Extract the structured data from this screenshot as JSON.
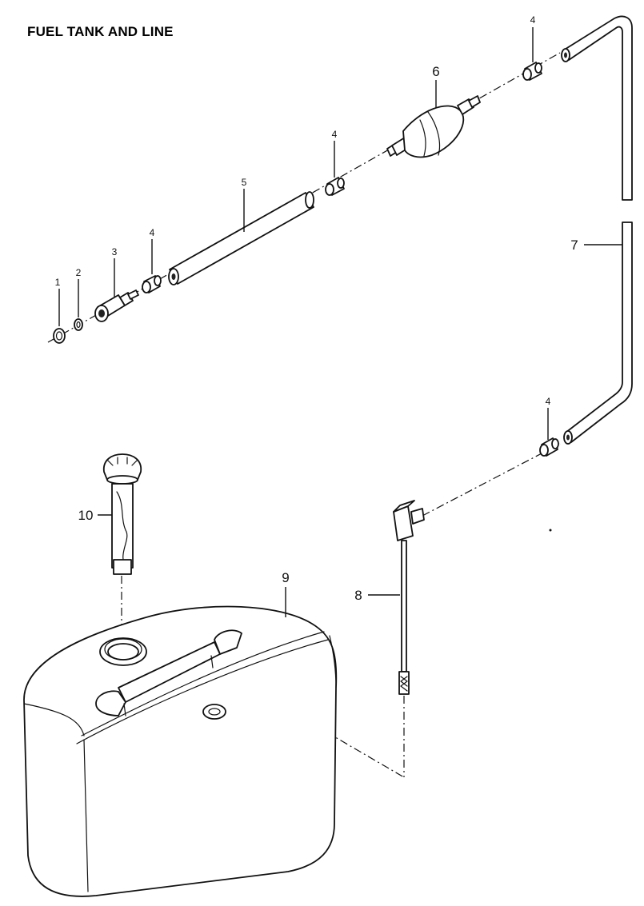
{
  "title": "FUEL TANK AND LINE",
  "callouts": {
    "c1": "1",
    "c2": "2",
    "c3": "3",
    "c4a": "4",
    "c4b": "4",
    "c4c": "4",
    "c4d": "4",
    "c5": "5",
    "c6": "6",
    "c7": "7",
    "c8": "8",
    "c9": "9",
    "c10": "10"
  }
}
